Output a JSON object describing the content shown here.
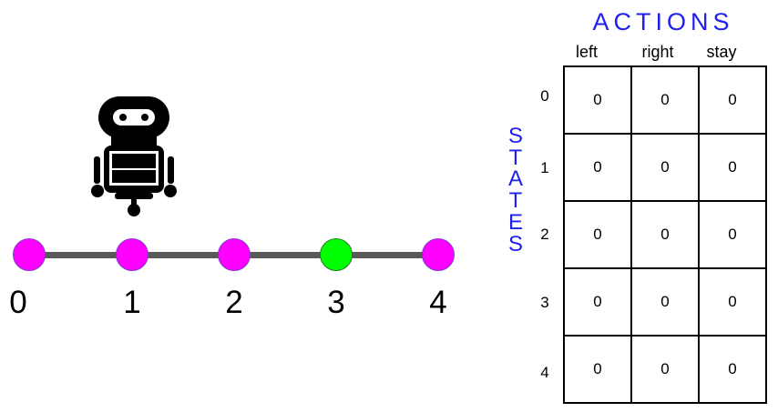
{
  "diagram": {
    "colors": {
      "node_default": "#ff00ff",
      "node_highlight": "#00ff00",
      "track": "#595959",
      "title_blue": "#1f1ff0"
    },
    "agent_icon": "robot-icon",
    "track_nodes": [
      {
        "label": "0",
        "state": "default"
      },
      {
        "label": "1",
        "state": "default"
      },
      {
        "label": "2",
        "state": "default"
      },
      {
        "label": "3",
        "state": "goal"
      },
      {
        "label": "4",
        "state": "default"
      }
    ],
    "agent_position": "1"
  },
  "qtable": {
    "actions_title": "ACTIONS",
    "states_title": "STATES",
    "states_letters": [
      "S",
      "T",
      "A",
      "T",
      "E",
      "S"
    ],
    "actions": [
      "left",
      "right",
      "stay"
    ],
    "states": [
      "0",
      "1",
      "2",
      "3",
      "4"
    ],
    "values": [
      [
        "0",
        "0",
        "0"
      ],
      [
        "0",
        "0",
        "0"
      ],
      [
        "0",
        "0",
        "0"
      ],
      [
        "0",
        "0",
        "0"
      ],
      [
        "0",
        "0",
        "0"
      ]
    ]
  }
}
